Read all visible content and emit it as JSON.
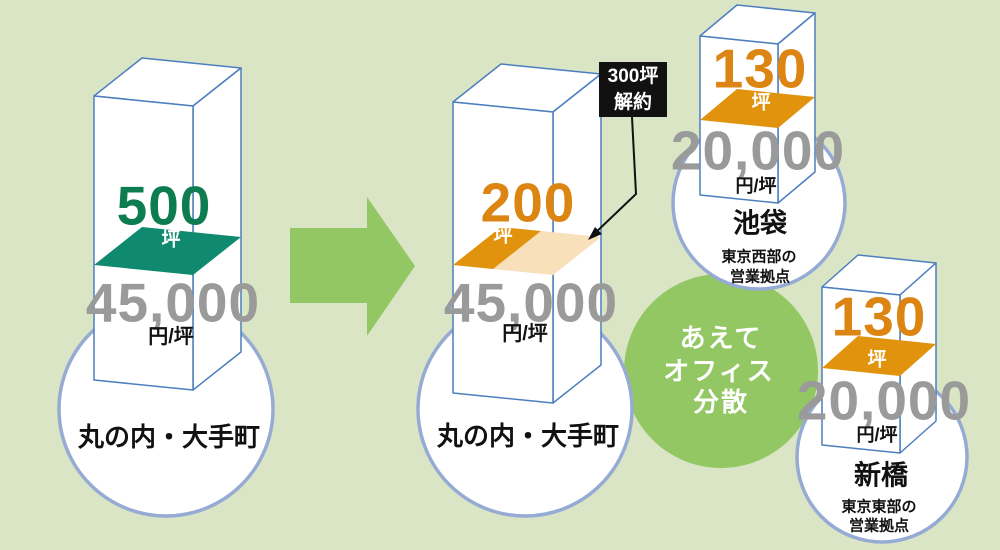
{
  "colors": {
    "background": "#d9e5c5",
    "green_shape": "#93c763",
    "teal_slab": "#108a6e",
    "green_number": "#0d7c50",
    "orange": "#e2930e",
    "orange_number": "#dd8512",
    "pale_slab": "#f8e0ba",
    "gray_number": "#9a9a9a",
    "box_stroke": "#4d7fbe",
    "circle_border": "#96abd4",
    "circle_fill": "#ffffff",
    "callout_bg": "#111111",
    "callout_text": "#ffffff"
  },
  "panels": {
    "before": {
      "area": "500",
      "area_unit": "坪",
      "price": "45,000",
      "price_unit": "円/坪",
      "location": "丸の内・大手町"
    },
    "after": {
      "area": "200",
      "area_unit": "坪",
      "price": "45,000",
      "price_unit": "円/坪",
      "location": "丸の内・大手町",
      "callout": {
        "line1": "300坪",
        "line2": "解約"
      }
    },
    "ikebukuro": {
      "area": "130",
      "area_unit": "坪",
      "price": "20,000",
      "price_unit": "円/坪",
      "location": "池袋",
      "desc_line1": "東京西部の",
      "desc_line2": "営業拠点"
    },
    "shimbashi": {
      "area": "130",
      "area_unit": "坪",
      "price": "20,000",
      "price_unit": "円/坪",
      "location": "新橋",
      "desc_line1": "東京東部の",
      "desc_line2": "営業拠点"
    }
  },
  "strategy": {
    "lines": [
      "あえて",
      "オフィス",
      "分散"
    ]
  }
}
